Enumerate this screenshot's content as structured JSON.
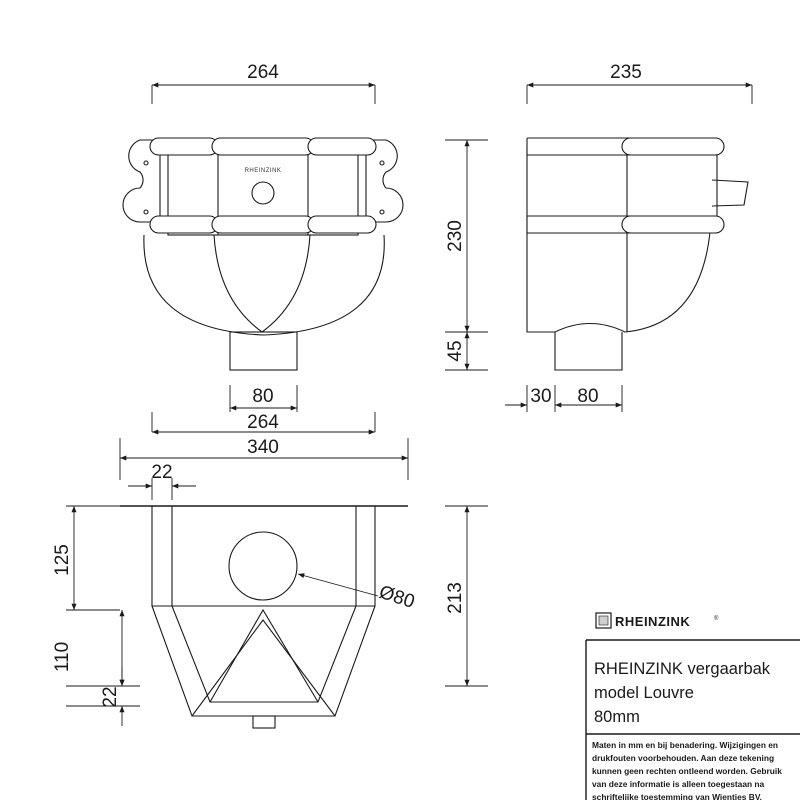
{
  "dimensions": {
    "front_width": "264",
    "side_width": "235",
    "height_body": "230",
    "height_outlet": "45",
    "outlet_dia_front": "80",
    "side_offset": "30",
    "side_outlet": "80",
    "top_inner_width": "264",
    "top_outer_width": "340",
    "top_flange": "22",
    "top_upper_depth": "125",
    "top_lower_depth": "110",
    "top_outlet_depth": "22",
    "top_total_depth": "213",
    "hole_diameter": "Ø80"
  },
  "emboss_label": "RHEINZINK",
  "title_block": {
    "brand": "RHEINZINK",
    "brand_mark": "®",
    "title_line1": "RHEINZINK vergaarbak",
    "title_line2": "model Louvre",
    "title_line3": "80mm",
    "note_lines": [
      "Maten in mm en bij benadering. Wijzigingen en",
      "drukfouten voorbehouden. Aan deze tekening",
      "kunnen geen rechten ontleend worden. Gebruik",
      "van deze informatie is alleen toegestaan na",
      "schriftelijke toestemming van Wientjes BV."
    ]
  }
}
